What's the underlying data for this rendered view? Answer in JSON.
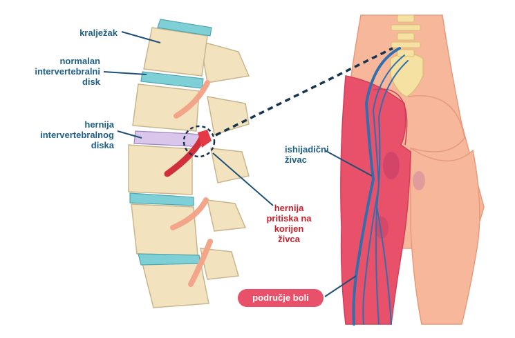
{
  "labels": {
    "vertebra": "kralježak",
    "normal_disc": [
      "normalan",
      "intervertebralni",
      "disk"
    ],
    "herniated_disc": [
      "hernija",
      "intervertebralnog",
      "diska"
    ],
    "sciatic_nerve": [
      "ishijadični",
      "živac"
    ],
    "hernia_pressure": [
      "hernija",
      "pritiska na",
      "korijen",
      "živca"
    ],
    "pain_area": "područje boli"
  },
  "colors": {
    "label_blue": "#1f5f86",
    "label_red": "#c8202a",
    "bone": "#f2e3be",
    "disc": "#7fd0d6",
    "herniated_disc": "#d9c6ea",
    "nerve_root": "#f3a58a",
    "pain": "#e9506a",
    "skin": "#f6b79a",
    "sciatic_nerve": "#2f6fae"
  }
}
